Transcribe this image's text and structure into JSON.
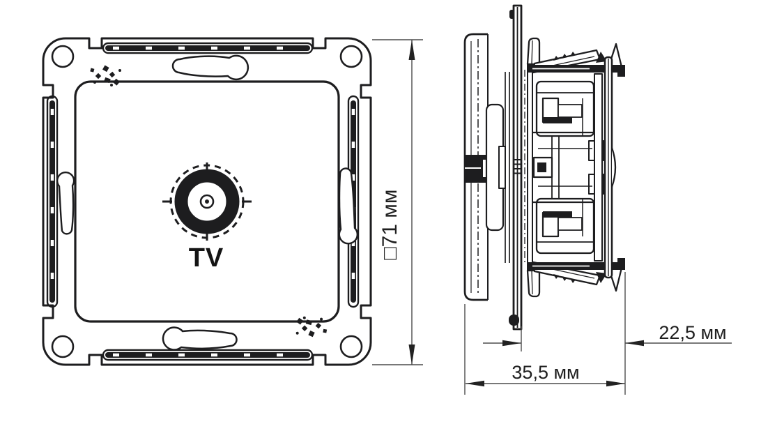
{
  "drawing": {
    "front_view": {
      "connector_label": "TV",
      "height_label": "□71 мм"
    },
    "side_view": {
      "depth_behind_label": "22,5 мм",
      "depth_total_label": "35,5 мм"
    },
    "colors": {
      "line_color": "#1d1d1f",
      "dimension_color": "#4c4c4c",
      "arrow_color": "#222222",
      "background": "#ffffff"
    }
  }
}
